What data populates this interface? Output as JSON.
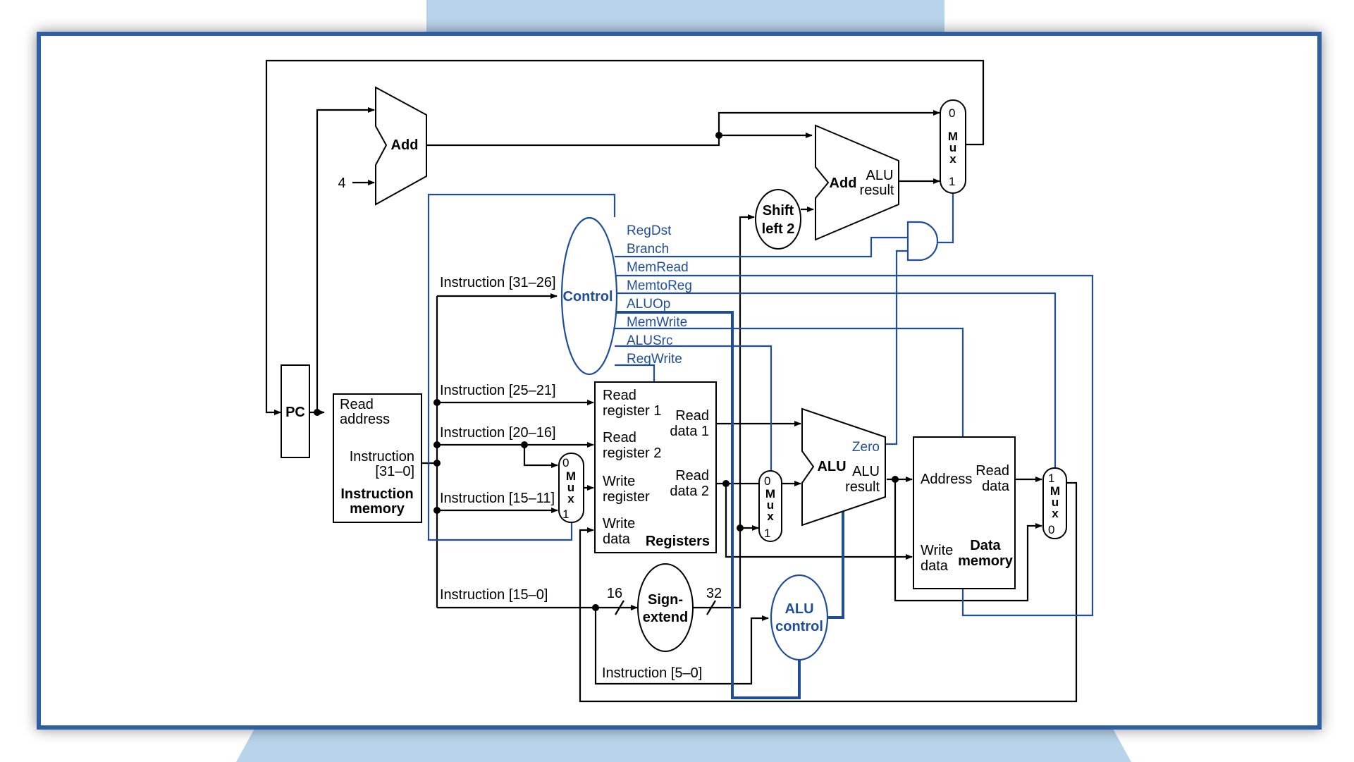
{
  "colors": {
    "frame": "#2e5ea3",
    "control": "#1f4e96",
    "backdrop": "#b8d3ea",
    "wire": "#000000"
  },
  "blocks": {
    "pc": "PC",
    "add_top": "Add",
    "const_four": "4",
    "add_branch": "Add",
    "add_branch_result_1": "ALU",
    "add_branch_result_2": "result",
    "shift_1": "Shift",
    "shift_2": "left 2",
    "control": "Control",
    "imem_read_1": "Read",
    "imem_read_2": "address",
    "imem_instr_1": "Instruction",
    "imem_instr_2": "[31–0]",
    "imem_title_1": "Instruction",
    "imem_title_2": "memory",
    "regs_rr1_1": "Read",
    "regs_rr1_2": "register 1",
    "regs_rr2_1": "Read",
    "regs_rr2_2": "register 2",
    "regs_wr_1": "Write",
    "regs_wr_2": "register",
    "regs_wd_1": "Write",
    "regs_wd_2": "data",
    "regs_rd1_1": "Read",
    "regs_rd1_2": "data 1",
    "regs_rd2_1": "Read",
    "regs_rd2_2": "data 2",
    "regs_title": "Registers",
    "alu": "ALU",
    "alu_zero": "Zero",
    "alu_result_1": "ALU",
    "alu_result_2": "result",
    "dmem_address": "Address",
    "dmem_read_1": "Read",
    "dmem_read_2": "data",
    "dmem_write_1": "Write",
    "dmem_write_2": "data",
    "dmem_title_1": "Data",
    "dmem_title_2": "memory",
    "sign_1": "Sign-",
    "sign_2": "extend",
    "alu_control_1": "ALU",
    "alu_control_2": "control",
    "width_16": "16",
    "width_32": "32"
  },
  "muxes": {
    "mux_letters": [
      "M",
      "u",
      "x"
    ],
    "pc_mux_top": "0",
    "pc_mux_bottom": "1",
    "reg_mux_top": "0",
    "reg_mux_bottom": "1",
    "alu_mux_top": "0",
    "alu_mux_bottom": "1",
    "mem_mux_top": "1",
    "mem_mux_bottom": "0"
  },
  "control_signals": [
    "RegDst",
    "Branch",
    "MemRead",
    "MemtoReg",
    "ALUOp",
    "MemWrite",
    "ALUSrc",
    "RegWrite"
  ],
  "instruction_fields": {
    "op": "Instruction [31–26]",
    "rs": "Instruction [25–21]",
    "rt": "Instruction [20–16]",
    "rd": "Instruction [15–11]",
    "imm": "Instruction [15–0]",
    "funct": "Instruction [5–0]"
  }
}
